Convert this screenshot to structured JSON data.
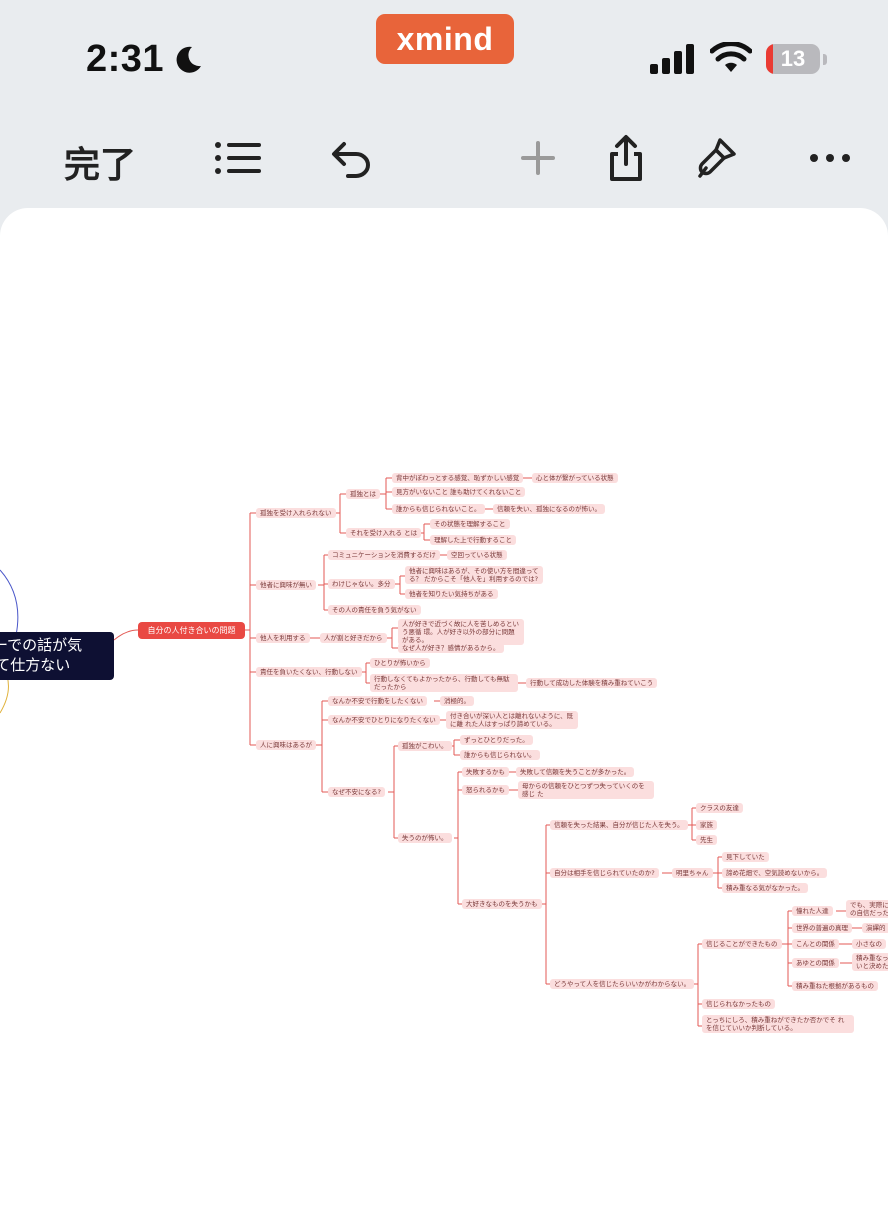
{
  "status_bar": {
    "time": "2:31",
    "battery": "13",
    "battery_level": 0.13
  },
  "app_badge": "xmind",
  "toolbar": {
    "done_label": "完了"
  },
  "mindmap": {
    "root": [
      "バーでの話が気",
      "なって仕方ない"
    ],
    "main_topic": "自分の人付き合いの問題",
    "nodes": {
      "n1": "孤独を受け入れられない",
      "n2": "孤独とは",
      "n3": "背中がぽわっとする感覚、恥ずかしい感覚",
      "n4": "心と体が繋がっている状態",
      "n5": "見方がいないこと 誰も助けてくれないこと",
      "n6": "誰からも信じられないこと。",
      "n7": "信頼を失い、孤独になるのが怖い。",
      "n8": "それを受け入れる とは",
      "n9": "その状態を理解すること",
      "n10": "理解した上で行動すること",
      "n11": "他者に興味が無い",
      "n12": "コミュニケーションを消費するだけ",
      "n13": "空回っている状態",
      "n14": "わけじゃない。多分",
      "n15": "他者に興味はあるが、その使い方を間違って る？ だからこそ「他人を」利用するのでは?",
      "n16": "他者を知りたい気持ちがある",
      "n17": "その人の責任を負う気がない",
      "n18": "他人を利用する",
      "n19": "人が割と好きだから",
      "n20": "人が好きで近づく故に人を苦しめるという悪循 環。人が好き以外の部分に問題がある。",
      "n21": "なぜ人が好き？感情があるから。",
      "n22": "責任を負いたくない、行動しない",
      "n23": "ひとりが怖いから",
      "n24": "行動しなくてもよかったから、行動しても無駄 だったから",
      "n25": "行動して成功した体験を積み重ねていこう",
      "n26": "人に興味はあるが",
      "n27": "なんか不安で行動をしたくない",
      "n28": "消極的。",
      "n29": "なんか不安でひとりになりたくない",
      "n30": "付き合いが深い人とは離れないように、既に離 れた人はすっぱり諦めている。",
      "n31": "なぜ不安になる?",
      "n32": "孤独がこわい。",
      "n33": "ずっとひとりだった。",
      "n34": "誰からも信じられない。",
      "n35": "失うのが怖い。",
      "n36": "失敗するかも",
      "n37": "失敗して信頼を失うことが多かった。",
      "n38": "怒られるかも",
      "n39": "母からの信頼をひとつずつ失っていくのを感じ た",
      "n40": "大好きなものを失うかも",
      "n41": "信頼を失った結果、自分が信じた人を失う。",
      "n42": "クラスの友達",
      "n43": "家族",
      "n44": "先生",
      "n45": "自分は相手を信じられていたのか?",
      "n46": "明里ちゃん",
      "n47": "見下していた",
      "n48": "諦め花畑で、空気読めないから。",
      "n49": "積み重なる気がなかった。",
      "n50": "どうやって人を信じたらいいかがわからない。",
      "n51": "信じることができたもの",
      "n52": "憧れた人達",
      "n53": "でも、実際に の自信だった",
      "n54": "世界の普遍の真理",
      "n55": "演繹的",
      "n56": "こんとの関係",
      "n57": "小さなの",
      "n58": "あゆとの関係",
      "n59": "積み重なっ いと決めた",
      "n60": "積み重ねた根拠があるもの",
      "n61": "信じられなかったもの",
      "n62": "とっちにしろ、積み重ねができたか否かでそ れを信じていいか判断している。"
    }
  }
}
